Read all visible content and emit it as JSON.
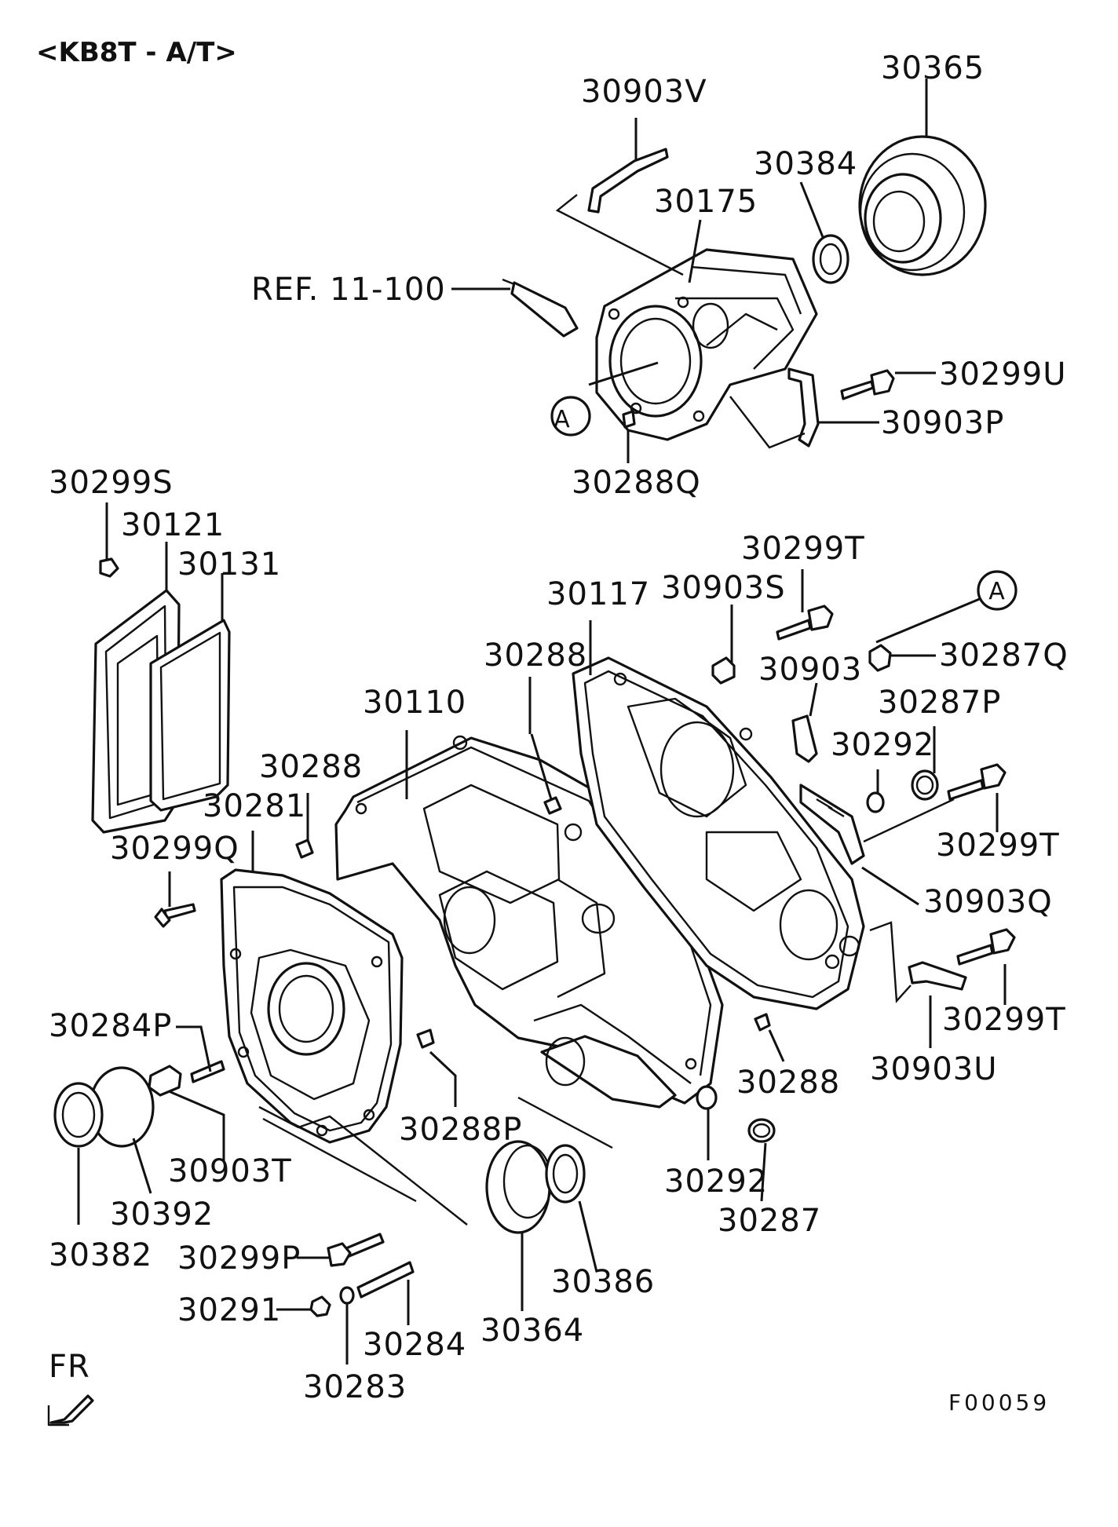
{
  "header": {
    "variant": "<KB8T - A/T>"
  },
  "footer": {
    "fr_label": "FR",
    "figure_code": "F00059"
  },
  "callouts": {
    "a": "A"
  },
  "labels": {
    "p30903V": "30903V",
    "p30365": "30365",
    "p30384": "30384",
    "p30175": "30175",
    "ref": "REF. 11-100",
    "p30299U": "30299U",
    "p30903P": "30903P",
    "p30288Q": "30288Q",
    "p30299S": "30299S",
    "p30121": "30121",
    "p30131": "30131",
    "p30299T_a": "30299T",
    "p30117": "30117",
    "p30903S": "30903S",
    "p30287Q": "30287Q",
    "p30288_a": "30288",
    "p30903": "30903",
    "p30110": "30110",
    "p30287P": "30287P",
    "p30292_a": "30292",
    "p30288_b": "30288",
    "p30281": "30281",
    "p30299T_b": "30299T",
    "p30299Q": "30299Q",
    "p30903Q": "30903Q",
    "p30284P": "30284P",
    "p30299T_c": "30299T",
    "p30903U": "30903U",
    "p30288_c": "30288",
    "p30903T": "30903T",
    "p30288P": "30288P",
    "p30392": "30392",
    "p30292_b": "30292",
    "p30382": "30382",
    "p30287": "30287",
    "p30299P": "30299P",
    "p30386": "30386",
    "p30291": "30291",
    "p30284": "30284",
    "p30364": "30364",
    "p30283": "30283"
  }
}
